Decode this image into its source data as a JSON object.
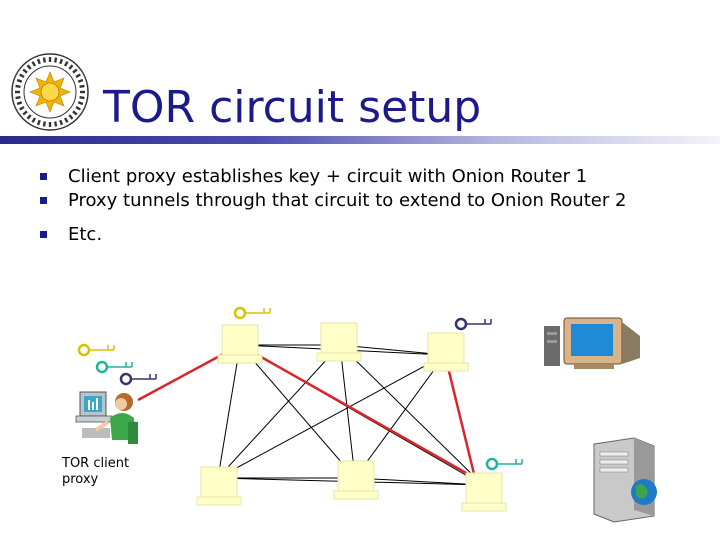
{
  "slide": {
    "title": "TOR circuit setup",
    "bullets": [
      "Client proxy establishes key + circuit with Onion Router 1",
      "Proxy tunnels through that circuit to extend to Onion Router 2",
      "Etc."
    ],
    "client_caption": "TOR client\nproxy"
  },
  "colors": {
    "title": "#1a1a8c",
    "circuit": "#d9262a",
    "link": "#000000",
    "router": "#ffffc8",
    "key_yellow": "#d8c200",
    "key_teal": "#1fb4a0",
    "key_navy": "#33336e"
  },
  "icons": [
    "university-seal-logo",
    "router-node",
    "key-icon",
    "user-at-computer-icon",
    "desktop-computer-icon",
    "server-globe-icon"
  ]
}
